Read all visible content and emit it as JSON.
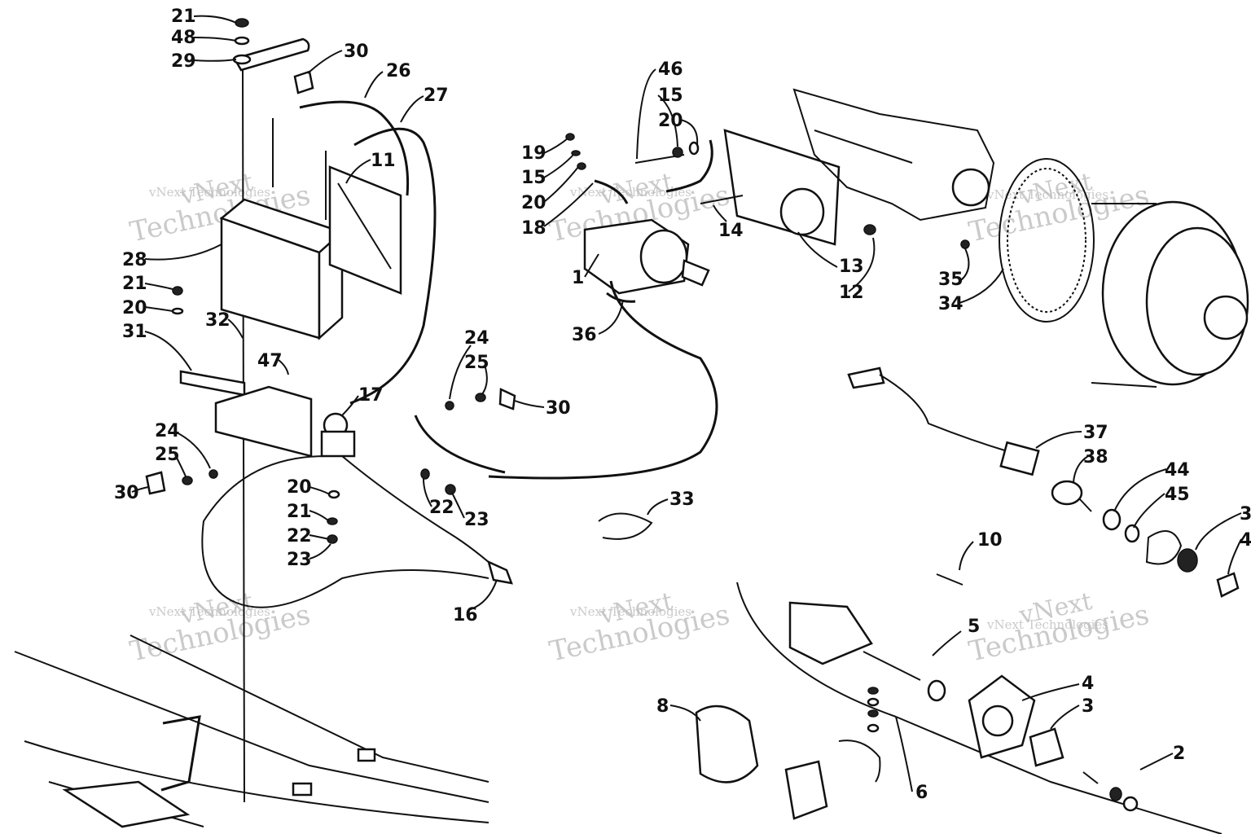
{
  "watermark": {
    "line1": "vNext",
    "line2": "Technologies",
    "small": "vNext Technologies"
  },
  "callouts": [
    {
      "id": "c21a",
      "text": "21"
    },
    {
      "id": "c48",
      "text": "48"
    },
    {
      "id": "c29",
      "text": "29"
    },
    {
      "id": "c30a",
      "text": "30"
    },
    {
      "id": "c26",
      "text": "26"
    },
    {
      "id": "c27",
      "text": "27"
    },
    {
      "id": "c11",
      "text": "11"
    },
    {
      "id": "c28",
      "text": "28"
    },
    {
      "id": "c21b",
      "text": "21"
    },
    {
      "id": "c20a",
      "text": "20"
    },
    {
      "id": "c31",
      "text": "31"
    },
    {
      "id": "c32",
      "text": "32"
    },
    {
      "id": "c47",
      "text": "47"
    },
    {
      "id": "c17",
      "text": "17"
    },
    {
      "id": "c24a",
      "text": "24"
    },
    {
      "id": "c25a",
      "text": "25"
    },
    {
      "id": "c30b",
      "text": "30"
    },
    {
      "id": "c24b",
      "text": "24"
    },
    {
      "id": "c25b",
      "text": "25"
    },
    {
      "id": "c30c",
      "text": "30"
    },
    {
      "id": "c20b",
      "text": "20"
    },
    {
      "id": "c21c",
      "text": "21"
    },
    {
      "id": "c22a",
      "text": "22"
    },
    {
      "id": "c23a",
      "text": "23"
    },
    {
      "id": "c22b",
      "text": "22"
    },
    {
      "id": "c23b",
      "text": "23"
    },
    {
      "id": "c16",
      "text": "16"
    },
    {
      "id": "c46",
      "text": "46"
    },
    {
      "id": "c15a",
      "text": "15"
    },
    {
      "id": "c20c",
      "text": "20"
    },
    {
      "id": "c19",
      "text": "19"
    },
    {
      "id": "c15b",
      "text": "15"
    },
    {
      "id": "c20d",
      "text": "20"
    },
    {
      "id": "c18",
      "text": "18"
    },
    {
      "id": "c14",
      "text": "14"
    },
    {
      "id": "c13",
      "text": "13"
    },
    {
      "id": "c12",
      "text": "12"
    },
    {
      "id": "c1",
      "text": "1"
    },
    {
      "id": "c36",
      "text": "36"
    },
    {
      "id": "c35",
      "text": "35"
    },
    {
      "id": "c34",
      "text": "34"
    },
    {
      "id": "c33",
      "text": "33"
    },
    {
      "id": "c37",
      "text": "37"
    },
    {
      "id": "c38",
      "text": "38"
    },
    {
      "id": "c44",
      "text": "44"
    },
    {
      "id": "c45",
      "text": "45"
    },
    {
      "id": "c3r",
      "text": "3"
    },
    {
      "id": "c4r",
      "text": "4"
    },
    {
      "id": "c10",
      "text": "10"
    },
    {
      "id": "c5",
      "text": "5"
    },
    {
      "id": "c4",
      "text": "4"
    },
    {
      "id": "c3",
      "text": "3"
    },
    {
      "id": "c2",
      "text": "2"
    },
    {
      "id": "c8",
      "text": "8"
    },
    {
      "id": "c6",
      "text": "6"
    }
  ]
}
